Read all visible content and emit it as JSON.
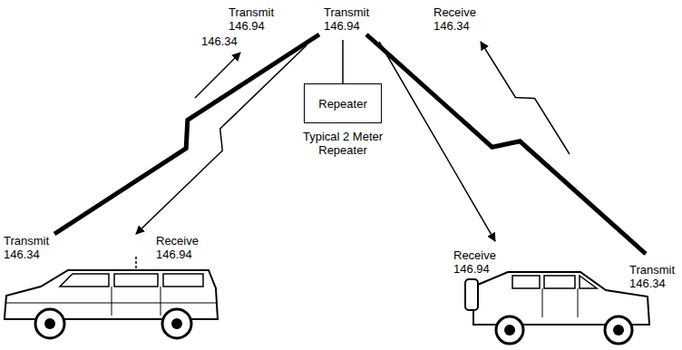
{
  "diagram": {
    "nodes": [
      {
        "text": [
          "Repeater"
        ]
      }
    ],
    "labels": [
      "146.34",
      "Transmit 146.94",
      "Transmit 146.94",
      "Receive 146.34",
      "Typical 2 Meter Repeater",
      "Transmit 146.34",
      "Receive 146.94",
      "Receive 146.94",
      "Transmit 146.34"
    ]
  }
}
